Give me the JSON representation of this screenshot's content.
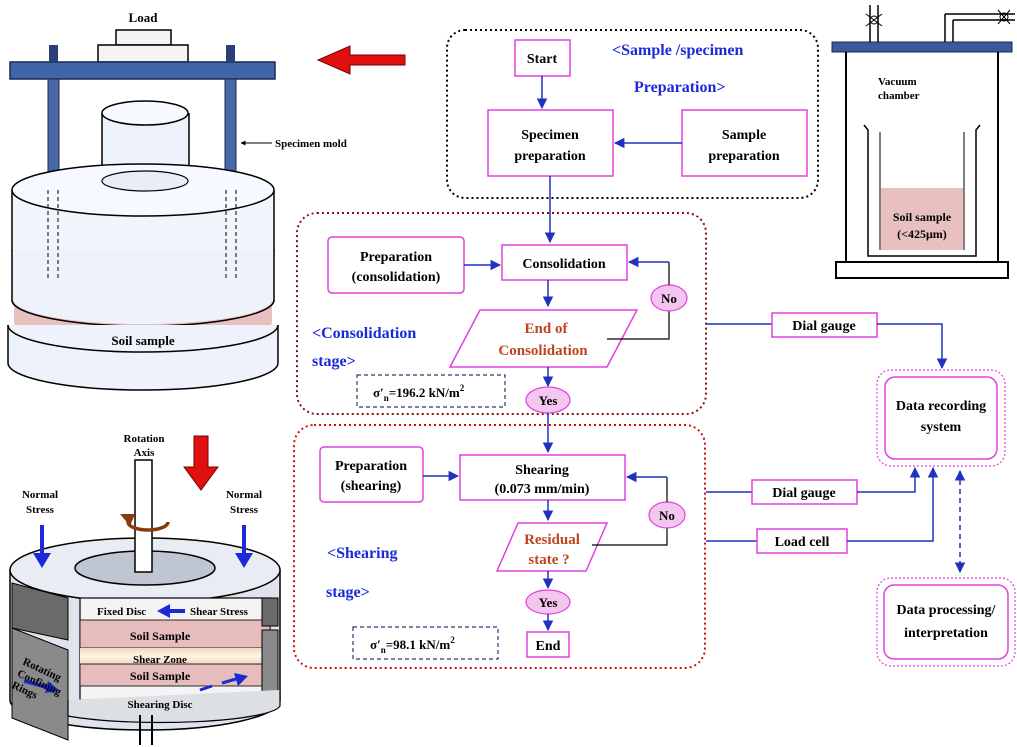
{
  "apparatus": {
    "load_label": "Load",
    "mold_label": "Specimen mold",
    "top_soil_label": "Soil sample",
    "rotation_axis_line1": "Rotation",
    "rotation_axis_line2": "Axis",
    "normal_stress_left_line1": "Normal",
    "normal_stress_left_line2": "Stress",
    "normal_stress_right_line1": "Normal",
    "normal_stress_right_line2": "Stress",
    "fixed_disc": "Fixed Disc",
    "shear_stress": "Shear Stress",
    "soil_sample_upper": "Soil Sample",
    "shear_zone": "Shear Zone",
    "soil_sample_lower": "Soil Sample",
    "shearing_disc": "Shearing Disc",
    "rotating_rings_line1": "Rotating",
    "rotating_rings_line2": "Confining",
    "rotating_rings_line3": "Rings"
  },
  "vacuum": {
    "chamber_line1": "Vacuum",
    "chamber_line2": "chamber",
    "soil_line1": "Soil sample",
    "soil_line2": "(<425μm)"
  },
  "prep_stage": {
    "title_line1": "<Sample /specimen",
    "title_line2": "Preparation>",
    "start": "Start",
    "specimen_line1": "Specimen",
    "specimen_line2": "preparation",
    "sample_line1": "Sample",
    "sample_line2": "preparation"
  },
  "consolidation_stage": {
    "title_line1": "<Consolidation",
    "title_line2": "stage>",
    "prep_line1": "Preparation",
    "prep_line2": "(consolidation)",
    "process": "Consolidation",
    "decision_line1": "End of",
    "decision_line2": "Consolidation",
    "no": "No",
    "yes": "Yes",
    "stress_prefix": "σ′",
    "stress_sub": "n",
    "stress_value": "=196.2 kN/m",
    "stress_sup": "2"
  },
  "shearing_stage": {
    "title_line1": "<Shearing",
    "title_line2": "stage>",
    "prep_line1": "Preparation",
    "prep_line2": "(shearing)",
    "process_line1": "Shearing",
    "process_line2": "(0.073 mm/min)",
    "decision_line1": "Residual",
    "decision_line2": "state ?",
    "no": "No",
    "yes": "Yes",
    "end": "End",
    "stress_prefix": "σ′",
    "stress_sub": "n",
    "stress_value": "=98.1 kN/m",
    "stress_sup": "2"
  },
  "instruments": {
    "dial_gauge_1": "Dial gauge",
    "dial_gauge_2": "Dial gauge",
    "load_cell": "Load cell",
    "recording_line1": "Data recording",
    "recording_line2": "system",
    "processing_line1": "Data processing/",
    "processing_line2": "interpretation"
  },
  "colors": {
    "box_border": "#e040e0",
    "flow_arrow": "#2030c0",
    "stage_title": "#1a2ad8",
    "decision_text": "#c0441e",
    "red_arrow": "#e01010",
    "yes_no_fill": "#f3c6ef",
    "soil_fill": "#e9c0c0",
    "frame_blue": "#3a5a9a"
  }
}
